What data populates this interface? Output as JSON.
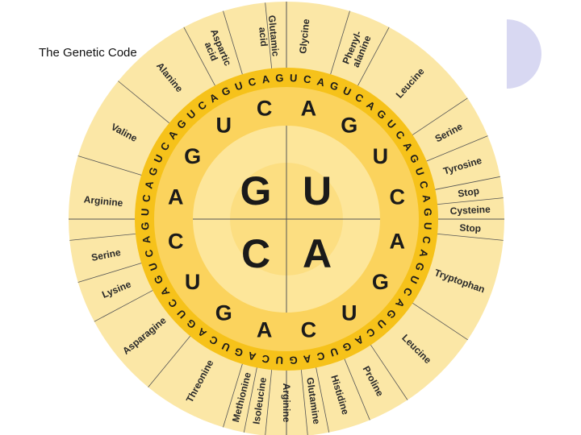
{
  "title": "The Genetic Code",
  "colors": {
    "outer_ring": "#fbe7a6",
    "third_ring": "#f6c21a",
    "second_ring": "#fbd35d",
    "center": "#fde69a",
    "center_inner": "#fbd76e",
    "letter": "#1a1a1a",
    "amino_text": "#2a2a2a",
    "line": "#555555",
    "accent_shape": "#d8d8f2"
  },
  "first_base": [
    "G",
    "U",
    "C",
    "A"
  ],
  "second_base": [
    "A",
    "G",
    "U",
    "C",
    "A",
    "G",
    "U",
    "C",
    "A",
    "G",
    "U",
    "C",
    "A",
    "G",
    "U",
    "C"
  ],
  "third_base": [
    "U",
    "C",
    "A",
    "G",
    "U",
    "C",
    "A",
    "G",
    "U",
    "C",
    "A",
    "G",
    "U",
    "C",
    "A",
    "G",
    "U",
    "C",
    "A",
    "G",
    "U",
    "C",
    "A",
    "G",
    "U",
    "C",
    "A",
    "G",
    "U",
    "C",
    "A",
    "G",
    "U",
    "C",
    "A",
    "G",
    "U",
    "C",
    "A",
    "G",
    "U",
    "C",
    "A",
    "G",
    "U",
    "C",
    "A",
    "G",
    "U",
    "C",
    "A",
    "G",
    "U",
    "C",
    "A",
    "G",
    "U",
    "C",
    "A",
    "G",
    "U",
    "C",
    "A",
    "G"
  ],
  "amino_acids": [
    "Glycine",
    "Phenyl-\nalanine",
    "Leucine",
    "Serine",
    "Tyrosine",
    "Stop",
    "Cysteine",
    "Stop",
    "Tryptophan",
    "Leucine",
    "Proline",
    "Histidine",
    "Glutamine",
    "Arginine",
    "Isoleucine",
    "Methionine",
    "Threonine",
    "Asparagine",
    "Lysine",
    "Serine",
    "Arginine",
    "Valine",
    "Alanine",
    "Aspartic\nacid",
    "Glutamic\nacid"
  ],
  "icons": {
    "decoration": "half-circle-shape"
  }
}
